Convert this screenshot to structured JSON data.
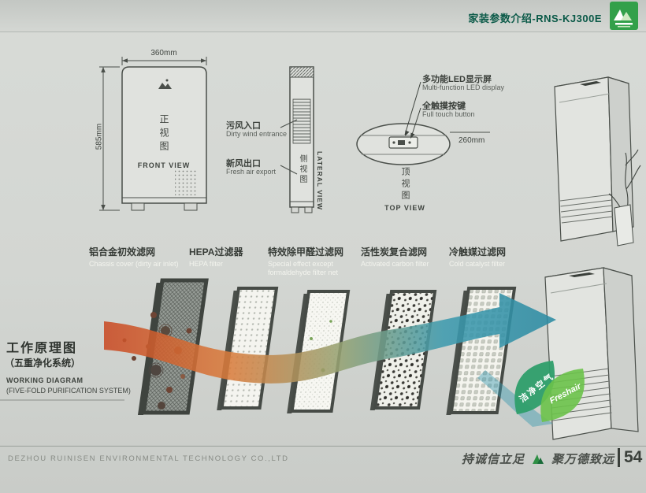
{
  "header": {
    "title": "家装参数介绍-RNS-KJ300E"
  },
  "views": {
    "front": {
      "dim_width": "360mm",
      "dim_height": "585mm",
      "label_cn": "正视图",
      "label_en": "FRONT VIEW"
    },
    "side": {
      "label_cn": "侧视图",
      "label_en": "LATERAL VIEW",
      "callouts": [
        {
          "cn": "污风入口",
          "en": "Dirty wind entrance"
        },
        {
          "cn": "新风出口",
          "en": "Fresh air export"
        }
      ]
    },
    "top": {
      "label_cn": "顶视图",
      "label_en": "TOP VIEW",
      "dim_depth": "260mm",
      "callouts": [
        {
          "cn": "多功能LED显示屏",
          "en": "Multi-function LED display"
        },
        {
          "cn": "全触摸按键",
          "en": "Full touch button"
        }
      ]
    }
  },
  "working_diagram": {
    "title_cn": "工作原理图",
    "subtitle_cn": "（五重净化系统）",
    "title_en": "WORKING DIAGRAM",
    "subtitle_en": "(FIVE-FOLD PURIFICATION SYSTEM)"
  },
  "filters": [
    {
      "cn": "铝合金初效滤网",
      "en": "Chassis cover (dirty air inlet)"
    },
    {
      "cn": "HEPA过滤器",
      "en": "HEPA filter"
    },
    {
      "cn": "特效除甲醛过滤网",
      "en": "Special effect except formaldehyde filter net"
    },
    {
      "cn": "活性炭复合滤网",
      "en": "Activated carbon filter"
    },
    {
      "cn": "冷触媒过滤网",
      "en": "Cold catalyst filter"
    }
  ],
  "badge": {
    "cn": "洁净空气",
    "en": "Freshair"
  },
  "footer": {
    "company": "DEZHOU RUINISEN ENVIRONMENTAL TECHNOLOGY CO.,LTD",
    "slogan_left": "持诚信立足",
    "slogan_right": "聚万德致远",
    "page_number": "54"
  },
  "colors": {
    "accent_green": "#33a04a",
    "title_green": "#0b5a48",
    "flow_start": "#c94a24",
    "flow_end": "#2a8aa2"
  }
}
